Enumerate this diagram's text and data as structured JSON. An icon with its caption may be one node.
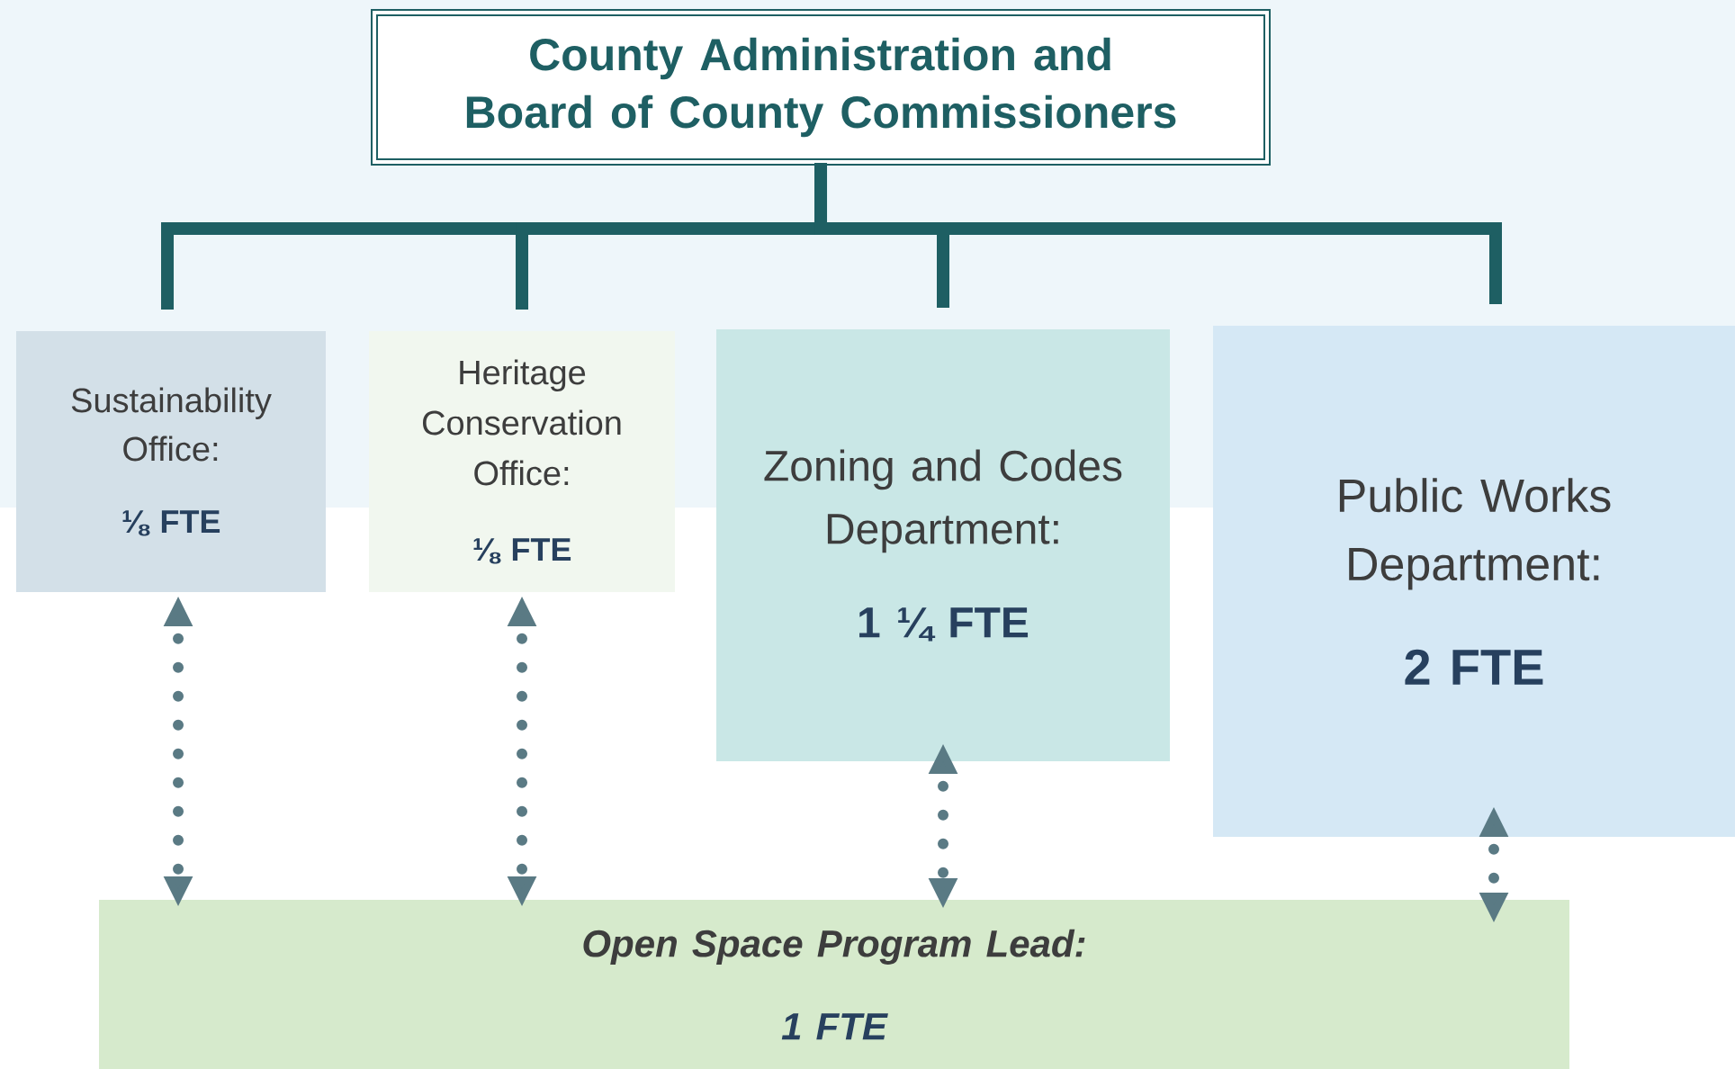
{
  "diagram": {
    "nodes": [
      {
        "text": [
          "County Administration and Board of County Commissioners"
        ]
      },
      {
        "text": [
          "Sustainability Office:",
          "⅛ FTE"
        ]
      },
      {
        "text": [
          "Heritage Conservation Office:",
          "⅛ FTE"
        ]
      },
      {
        "text": [
          "Zoning and Codes Department:",
          "1 ¼ FTE"
        ]
      },
      {
        "text": [
          "Public Works Department:",
          "2 FTE"
        ]
      },
      {
        "text": [
          "Open Space Program Lead:",
          "1 FTE"
        ]
      }
    ],
    "edges": [
      {
        "from": 0,
        "to": 1,
        "arrow": "none",
        "color": "#1e5f63"
      },
      {
        "from": 0,
        "to": 2,
        "arrow": "none",
        "color": "#1e5f63"
      },
      {
        "from": 0,
        "to": 3,
        "arrow": "none",
        "color": "#1e5f63"
      },
      {
        "from": 0,
        "to": 4,
        "arrow": "none",
        "color": "#1e5f63"
      },
      {
        "from": 1,
        "to": 5,
        "arrow": "both",
        "style": "dashed",
        "color": "#5a7a84"
      },
      {
        "from": 2,
        "to": 5,
        "arrow": "both",
        "style": "dashed",
        "color": "#5a7a84"
      },
      {
        "from": 3,
        "to": 5,
        "arrow": "both",
        "style": "dashed",
        "color": "#5a7a84"
      },
      {
        "from": 4,
        "to": 5,
        "arrow": "both",
        "style": "dashed",
        "color": "#5a7a84"
      }
    ]
  }
}
